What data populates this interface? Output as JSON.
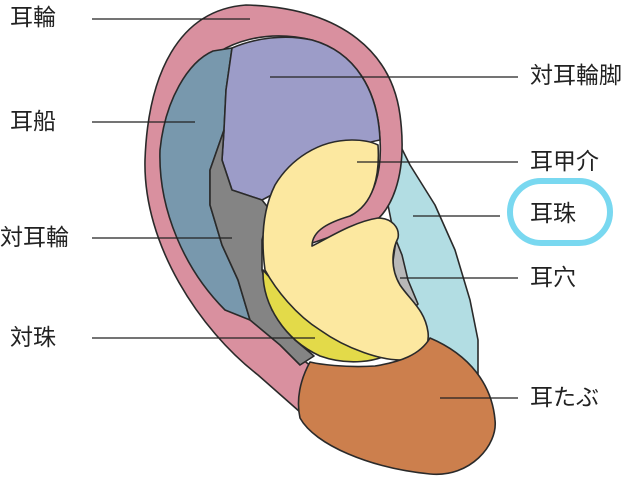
{
  "labels": {
    "helix": "耳輪",
    "scapha": "耳船",
    "antihelix": "対耳輪",
    "antitragus": "対珠",
    "crura": "対耳輪脚",
    "concha": "耳甲介",
    "tragus": "耳珠",
    "canal": "耳穴",
    "lobe": "耳たぶ"
  },
  "colors": {
    "helix": "#d9909f",
    "scapha": "#7898ad",
    "crura": "#9c9cc8",
    "antihelix": "#848484",
    "concha": "#fce8a0",
    "antitragus": "#e3da49",
    "tragus": "#b2dde3",
    "canal": "#b8b8b8",
    "lobe": "#cc7f4d",
    "highlight": "#79d8f0"
  }
}
